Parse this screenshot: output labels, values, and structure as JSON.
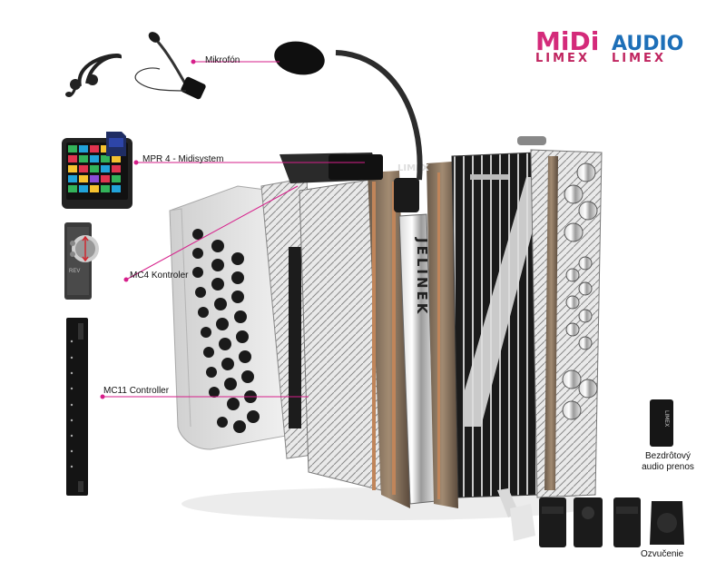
{
  "brand": {
    "midi_word": "MiDi",
    "audio_word": "AUDIO",
    "limex_word": "LIMEX",
    "midi_color": "#d42a7a",
    "audio_color": "#1d6fb8",
    "limex_color": "#c0245f"
  },
  "callouts": {
    "microphone": "Mikrofón",
    "midisystem": "MPR 4 - Midisystem",
    "mc4": "MC4 Kontroler",
    "mc11": "MC11 Controller",
    "wireless_line1": "Bezdrôtový",
    "wireless_line2": "audio prenos",
    "speakers": "Ozvučenie"
  },
  "device_text": {
    "accordion_brand": "JELINEK",
    "mic_brand": "LIMEX",
    "mc4_text": "REV",
    "transmitter_brand": "LIMEX"
  },
  "accent_line_color": "#d61e8a",
  "icons": [
    "headset-microphone-icon",
    "gooseneck-microphone-icon",
    "tablet-icon",
    "sd-card-icon",
    "mc4-controller-icon",
    "mc11-controller-icon",
    "accordion-icon",
    "wireless-transmitter-icon",
    "speaker-icon"
  ]
}
